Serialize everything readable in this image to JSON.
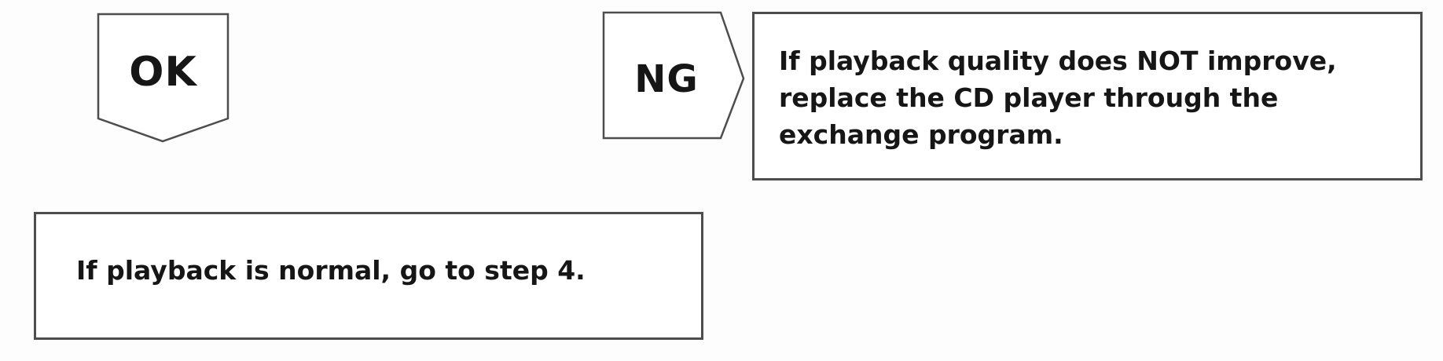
{
  "diagram": {
    "type": "flowchart-fragment",
    "colors": {
      "background": "#fdfdfd",
      "line": "#4d4d4d",
      "text": "#161616"
    },
    "connectors": {
      "ok": {
        "label": "OK",
        "direction": "down"
      },
      "ng": {
        "label": "NG",
        "direction": "right"
      }
    },
    "boxes": {
      "ng_result": {
        "lines": [
          "If playback quality does NOT improve,",
          "replace the CD player through the",
          "exchange program."
        ]
      },
      "ok_result": {
        "lines": [
          "If playback is normal, go to step 4."
        ]
      }
    }
  }
}
